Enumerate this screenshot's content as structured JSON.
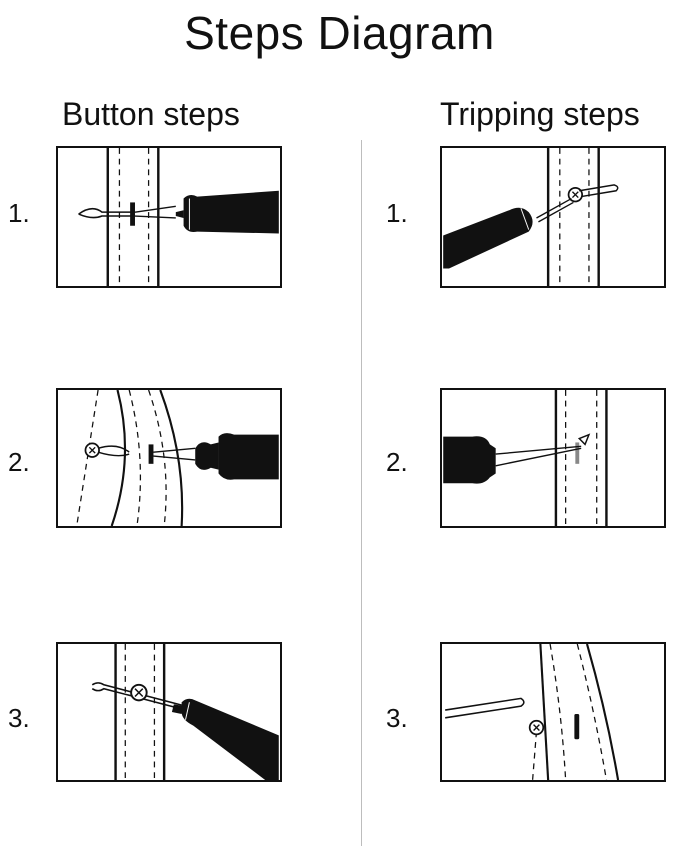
{
  "title": "Steps Diagram",
  "columns": [
    {
      "heading": "Button steps",
      "steps": [
        "1.",
        "2.",
        "3."
      ]
    },
    {
      "heading": "Tripping steps",
      "steps": [
        "1.",
        "2.",
        "3."
      ]
    }
  ],
  "icons": {
    "tool": "tagging-gun-icon",
    "fastener": "plastic-fastener-icon",
    "button": "button-icon",
    "fabric": "fabric-strip-icon"
  },
  "colors": {
    "ink": "#111111",
    "paper": "#ffffff",
    "divider": "#bdbdbd"
  }
}
